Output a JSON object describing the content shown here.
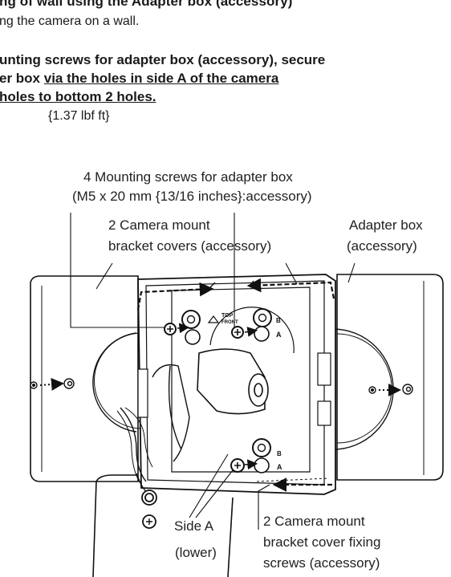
{
  "heading": "ng of wall using the Adapter box (accessory)",
  "intro": "ng the camera on a wall.",
  "step": {
    "line1": "unting screws for adapter box (accessory), secure",
    "line2_plain": "er box ",
    "line2_underline": "via the holes in side A of the camera",
    "line3_underline": "holes to bottom 2 holes.",
    "torque": "{1.37 lbf ft}"
  },
  "labels": {
    "screws_line1": "4 Mounting screws for adapter box",
    "screws_line2": "(M5 x 20 mm {13/16 inches}:accessory)",
    "covers_line1": "2 Camera mount",
    "covers_line2": "bracket covers (accessory)",
    "adapter_line1": "Adapter box",
    "adapter_line2": "(accessory)",
    "sidea_line1": "Side A",
    "sidea_line2": "(lower)",
    "fixing_line1": "2 Camera mount",
    "fixing_line2": "bracket cover fixing",
    "fixing_line3": "screws (accessory)"
  },
  "mount_marks": {
    "top": "TOP",
    "front": "FRONT",
    "b": "B",
    "a": "A"
  }
}
